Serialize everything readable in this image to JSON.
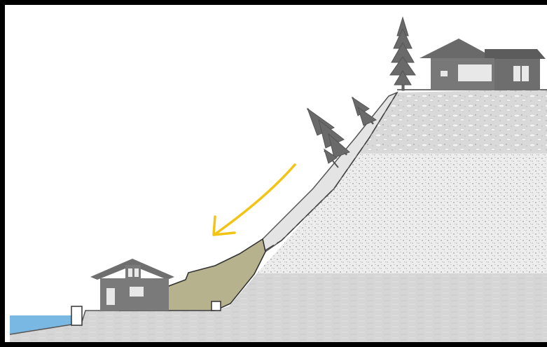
{
  "diagram": {
    "kind": "landslide-cross-section",
    "elements": [
      "water",
      "lower-house",
      "bulkhead",
      "slide-debris",
      "slope-surface-layer",
      "falling-trees",
      "upper-house",
      "tall-tree",
      "glacial-till-layer",
      "sand-layer",
      "clay-silt-layer",
      "movement-arrow"
    ],
    "colors": {
      "sky": "#ffffff",
      "water": "#78b8e2",
      "debris": "#b6b28e",
      "till": "#dcdcdc",
      "sand": "#ededed",
      "silt": "#d6d6d6",
      "house": "#6f6f6f",
      "tree": "#6a6a6a",
      "arrow": "#f2c416",
      "frame": "#000000"
    }
  }
}
